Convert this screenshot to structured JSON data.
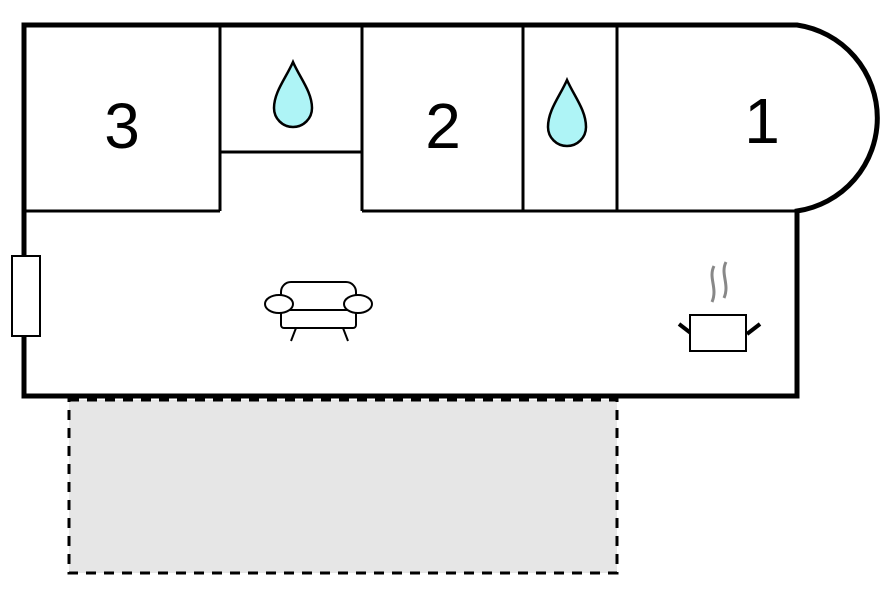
{
  "rooms": {
    "bedroom_3": {
      "label": "3"
    },
    "bedroom_2": {
      "label": "2"
    },
    "bedroom_1": {
      "label": "1"
    }
  },
  "icons": {
    "bathroom_a": "water-drop-icon",
    "bathroom_b": "water-drop-icon",
    "living_room": "sofa-icon",
    "kitchen": "cooking-pot-icon",
    "entrance": "door-icon"
  },
  "colors": {
    "walls": "#000000",
    "water_drop": "#aef4f6",
    "terrace_fill": "#e6e6e6",
    "background": "#ffffff"
  }
}
